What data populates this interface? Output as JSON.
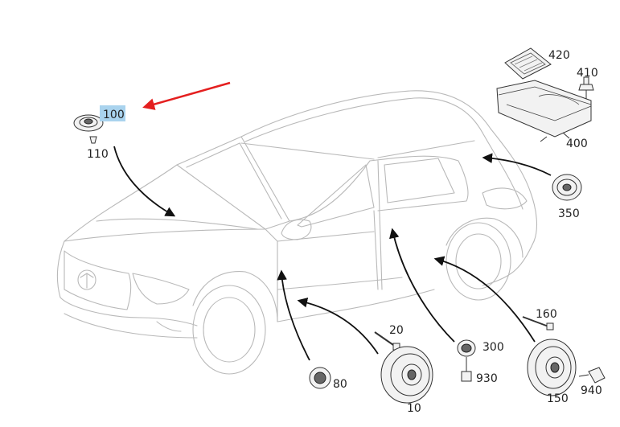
{
  "parts": [
    {
      "id": "p100",
      "label": "100",
      "name": "tweeter"
    },
    {
      "id": "p110",
      "label": "110",
      "name": "clip"
    },
    {
      "id": "p420",
      "label": "420",
      "name": "cover"
    },
    {
      "id": "p410",
      "label": "410",
      "name": "nut"
    },
    {
      "id": "p400",
      "label": "400",
      "name": "amplifier"
    },
    {
      "id": "p350",
      "label": "350",
      "name": "rear-speaker"
    },
    {
      "id": "p160",
      "label": "160",
      "name": "bolt"
    },
    {
      "id": "p20",
      "label": "20",
      "name": "screw"
    },
    {
      "id": "p300",
      "label": "300",
      "name": "midrange"
    },
    {
      "id": "p930",
      "label": "930",
      "name": "connector"
    },
    {
      "id": "p80",
      "label": "80",
      "name": "front-midrange"
    },
    {
      "id": "p10",
      "label": "10",
      "name": "front-woofer"
    },
    {
      "id": "p150",
      "label": "150",
      "name": "rear-woofer"
    },
    {
      "id": "p940",
      "label": "940",
      "name": "rear-connector"
    }
  ],
  "highlight": {
    "label_id": "p100",
    "color": "#a9d3ee",
    "arrow_color": "#e41f1f"
  }
}
